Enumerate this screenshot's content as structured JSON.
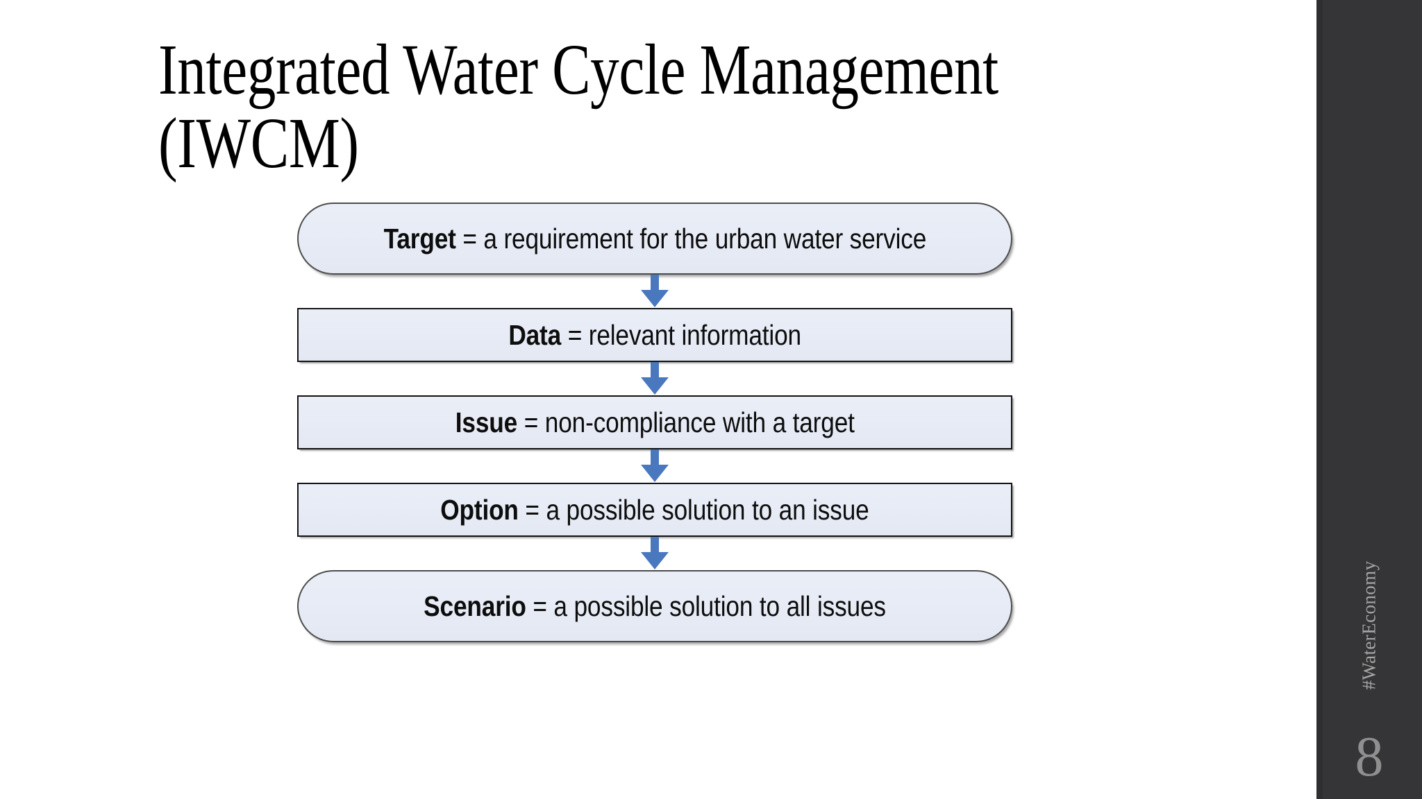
{
  "slide": {
    "title": "Integrated Water Cycle Management (IWCM)",
    "background_color": "#FFFFFF"
  },
  "flowchart": {
    "node_fill_color": "#E7EBF5",
    "node_border_color": "#111111",
    "arrow_color": "#4A78BE",
    "nodes": [
      {
        "shape": "pill",
        "term": "Target",
        "separator": " = ",
        "definition": "a requirement for the urban water service",
        "full_text": "Target = a requirement for the urban water service"
      },
      {
        "shape": "rect",
        "term": "Data",
        "separator": " = ",
        "definition": "relevant information",
        "full_text": "Data = relevant information"
      },
      {
        "shape": "rect",
        "term": "Issue",
        "separator": " = ",
        "definition": "non-compliance with a target",
        "full_text": "Issue = non-compliance with a target"
      },
      {
        "shape": "rect",
        "term": "Option",
        "separator": " = ",
        "definition": "a possible solution to an issue",
        "full_text": "Option = a possible solution to an issue"
      },
      {
        "shape": "pill",
        "term": "Scenario",
        "separator": " = ",
        "definition": "a possible solution to all issues",
        "full_text": "Scenario = a possible solution to all issues"
      }
    ],
    "connectors": [
      {
        "icon": "down-arrow-icon",
        "from": "Target",
        "to": "Data"
      },
      {
        "icon": "down-arrow-icon",
        "from": "Data",
        "to": "Issue"
      },
      {
        "icon": "down-arrow-icon",
        "from": "Issue",
        "to": "Option"
      },
      {
        "icon": "down-arrow-icon",
        "from": "Option",
        "to": "Scenario"
      }
    ]
  },
  "sidebar": {
    "background_color": "#353537",
    "handle": "#WaterEconomy",
    "slide_number": "8",
    "text_color": "#A6A6A6"
  }
}
